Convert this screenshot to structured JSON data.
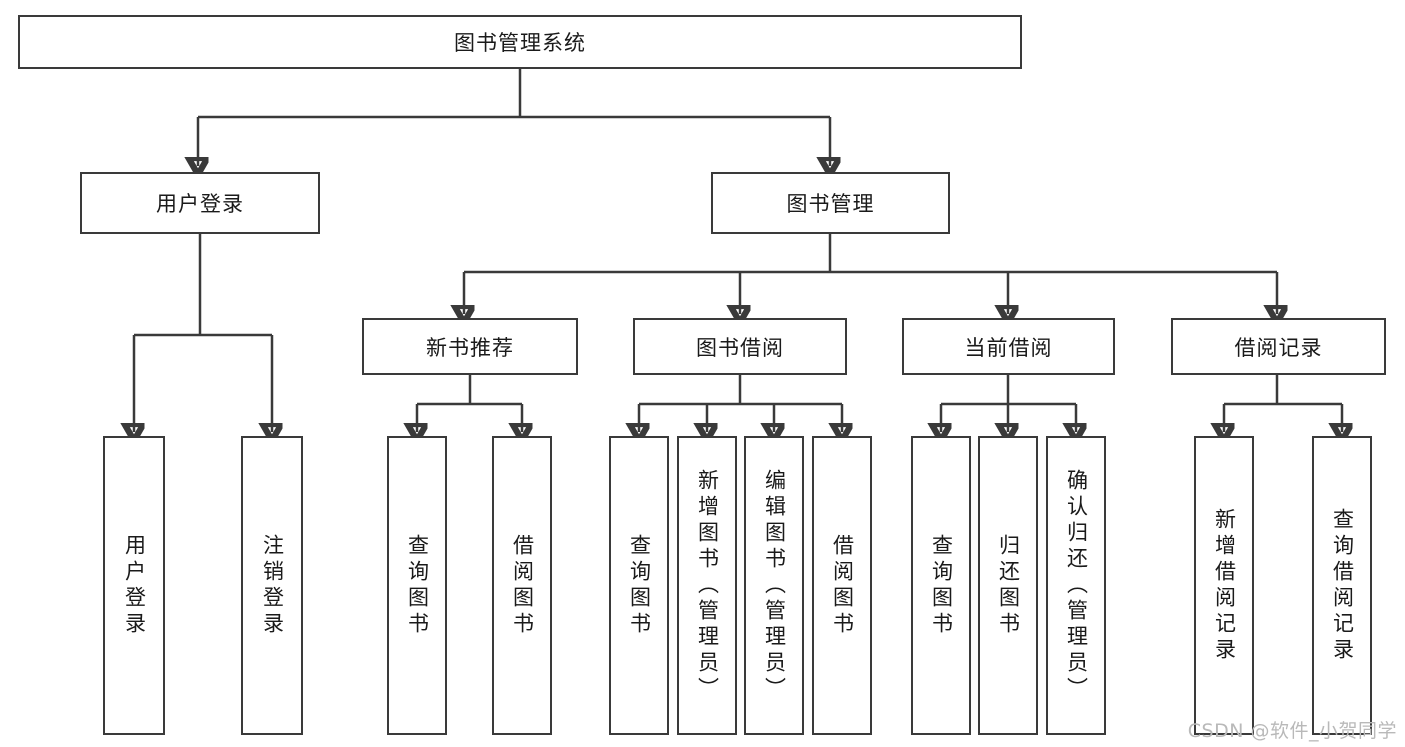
{
  "diagram": {
    "type": "tree-hierarchy",
    "title": "图书管理系统",
    "watermark": "CSDN @软件_小贺同学",
    "colors": {
      "stroke": "#3a3a3a",
      "background": "#ffffff",
      "text": "#1a1a1a",
      "watermark": "#b9b9b9"
    },
    "nodes": {
      "root": {
        "label": "图书管理系统",
        "orientation": "horizontal"
      },
      "level2": [
        {
          "id": "user-login",
          "label": "用户登录",
          "orientation": "horizontal"
        },
        {
          "id": "book-manage",
          "label": "图书管理",
          "orientation": "horizontal"
        }
      ],
      "level3": [
        {
          "id": "new-book-recommend",
          "label": "新书推荐",
          "orientation": "horizontal"
        },
        {
          "id": "book-borrow",
          "label": "图书借阅",
          "orientation": "horizontal"
        },
        {
          "id": "current-borrow",
          "label": "当前借阅",
          "orientation": "horizontal"
        },
        {
          "id": "borrow-record",
          "label": "借阅记录",
          "orientation": "horizontal"
        }
      ],
      "leaves": {
        "user-login": [
          {
            "id": "leaf-user-login",
            "label": "用户登录",
            "orientation": "vertical"
          },
          {
            "id": "leaf-logout",
            "label": "注销登录",
            "orientation": "vertical"
          }
        ],
        "new-book-recommend": [
          {
            "id": "leaf-query-book-1",
            "label": "查询图书",
            "orientation": "vertical"
          },
          {
            "id": "leaf-borrow-book-1",
            "label": "借阅图书",
            "orientation": "vertical"
          }
        ],
        "book-borrow": [
          {
            "id": "leaf-query-book-2",
            "label": "查询图书",
            "orientation": "vertical"
          },
          {
            "id": "leaf-add-book",
            "label": "新增图书（管理员）",
            "orientation": "vertical"
          },
          {
            "id": "leaf-edit-book",
            "label": "编辑图书（管理员）",
            "orientation": "vertical"
          },
          {
            "id": "leaf-borrow-book-2",
            "label": "借阅图书",
            "orientation": "vertical"
          }
        ],
        "current-borrow": [
          {
            "id": "leaf-query-book-3",
            "label": "查询图书",
            "orientation": "vertical"
          },
          {
            "id": "leaf-return-book",
            "label": "归还图书",
            "orientation": "vertical"
          },
          {
            "id": "leaf-confirm-return",
            "label": "确认归还（管理员）",
            "orientation": "vertical"
          }
        ],
        "borrow-record": [
          {
            "id": "leaf-add-record",
            "label": "新增借阅记录",
            "orientation": "vertical"
          },
          {
            "id": "leaf-query-record",
            "label": "查询借阅记录",
            "orientation": "vertical"
          }
        ]
      }
    }
  }
}
